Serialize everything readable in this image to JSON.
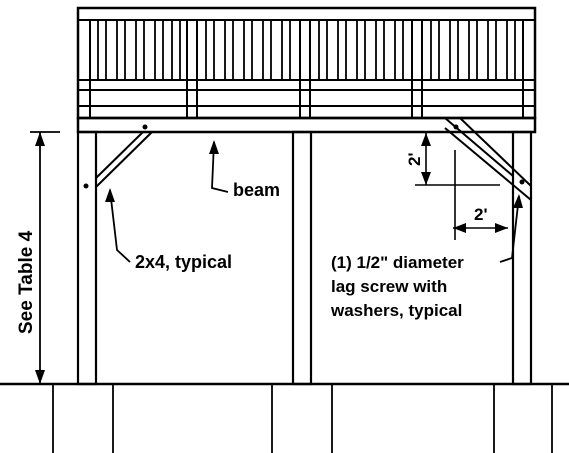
{
  "labels": {
    "height_dim": "See Table 4",
    "beam": "beam",
    "brace": "2x4, typical",
    "lag_line1": "(1) 1/2\" diameter",
    "lag_line2": "lag screw with",
    "lag_line3": "washers, typical",
    "dim_vertical": "2'",
    "dim_horizontal": "2'"
  }
}
